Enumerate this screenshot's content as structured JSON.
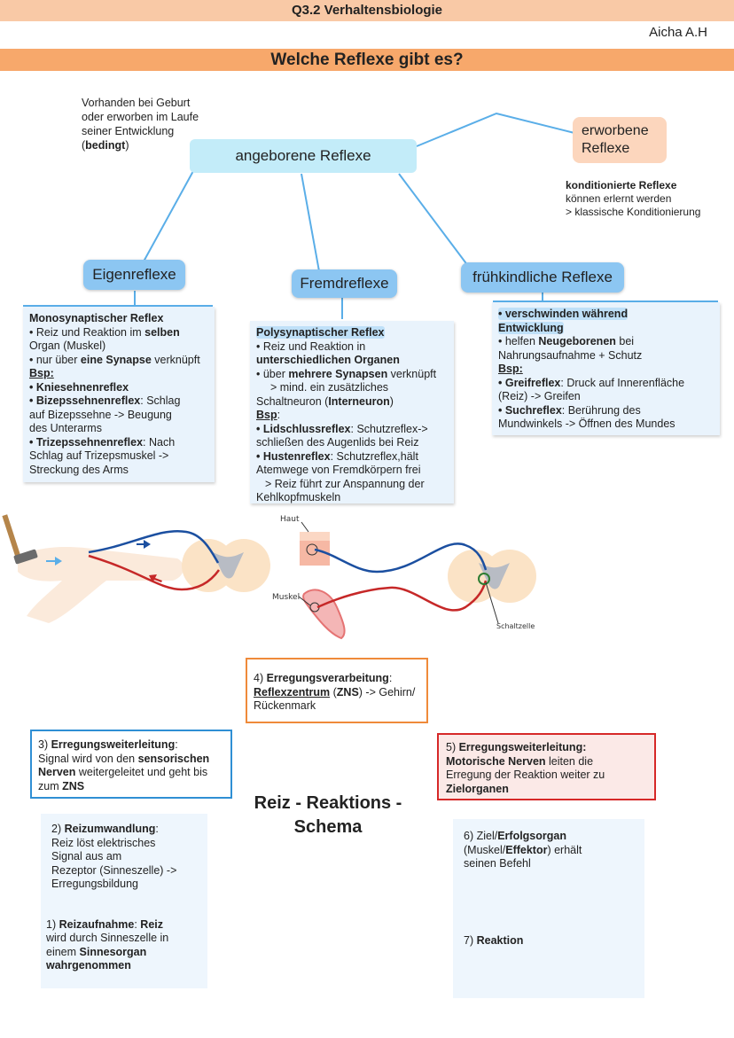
{
  "header": {
    "course": "Q3.2 Verhaltensbiologie",
    "author": "Aicha A.H"
  },
  "title": "Welche Reflexe gibt es?",
  "note_left": {
    "l1": "Vorhanden bei Geburt",
    "l2": "oder erworben im Laufe",
    "l3": "seiner Entwicklung",
    "open": "(",
    "bold": "bedingt",
    "close": ")"
  },
  "central": "angeborene Reflexe",
  "erworbene": {
    "l1": "erworbene",
    "l2": "Reflexe"
  },
  "erworbene_note": {
    "bold": "konditionierte Reflexe",
    "l2": "können erlernt werden",
    "l3": "> klassische Konditionierung"
  },
  "categories": {
    "eigen": "Eigenreflexe",
    "fremd": "Fremdreflexe",
    "frueh": "frühkindliche Reflexe"
  },
  "eigen_box": {
    "heading": "Monosynaptischer Reflex",
    "b1a": "• Reiz und Reaktion im ",
    "b1b": "selben",
    "b1c": "Organ (Muskel)",
    "b2a": "• nur über ",
    "b2b": "eine Synapse",
    "b2c": " verknüpft",
    "bsp": "Bsp:",
    "e1": "• Kniesehnenreflex",
    "e2a": "• Bizepssehnenreflex",
    "e2b": ": Schlag",
    "e2c": "auf Bizepssehne -> Beugung",
    "e2d": "des Unterarms",
    "e3a": "• Trizepssehnenreflex",
    "e3b": ": Nach",
    "e3c": "Schlag auf Trizepsmuskel ->",
    "e3d": "Streckung des Arms"
  },
  "fremd_box": {
    "heading": "Polysynaptischer Reflex",
    "b1": "• Reiz und Reaktion in",
    "b1b": "unterschiedlichen Organen",
    "b2a": "• über ",
    "b2b": "mehrere Synapsen",
    "b2c": " verknüpft",
    "b3": "> mind. ein zusätzliches",
    "b4a": "Schaltneuron (",
    "b4b": "Interneuron",
    "b4c": ")",
    "bsp": "Bsp",
    "e1a": "• Lidschlussreflex",
    "e1b": ": Schutzreflex->",
    "e1c": "schließen des Augenlids bei Reiz",
    "e2a": "• Hustenreflex",
    "e2b": ": Schutzreflex,hält",
    "e2c": "Atemwege von Fremdkörpern frei",
    "e2d": "> Reiz führt zur Anspannung der",
    "e2e": "Kehlkopfmuskeln"
  },
  "frueh_box": {
    "b1": "• verschwinden während",
    "b1b": "Entwicklung",
    "b2a": "• helfen ",
    "b2b": "Neugeborenen",
    "b2c": " bei",
    "b2d": "Nahrungsaufnahme + Schutz",
    "bsp": "Bsp:",
    "e1a": "• Greifreflex",
    "e1b": ": Druck auf Innerenfläche",
    "e1c": "(Reiz) -> Greifen",
    "e2a": "• Suchreflex",
    "e2b": ": Berührung des",
    "e2c": "Mundwinkels -> Öffnen des Mundes"
  },
  "diagram_labels": {
    "haut": "Haut",
    "muskel": "Muskel",
    "schaltzelle": "Schaltzelle"
  },
  "schema_title": {
    "l1": "Reiz - Reaktions -",
    "l2": "Schema"
  },
  "steps": {
    "s1": {
      "n": "1) ",
      "b": "Reizaufnahme",
      "t1": ": ",
      "b2": "Reiz",
      "t2": "wird durch Sinneszelle in",
      "t3": "einem ",
      "b3": "Sinnesorgan",
      "b4": "wahrgenommen"
    },
    "s2": {
      "n": "2) ",
      "b": "Reizumwandlung",
      "t1": ":",
      "l2": "Reiz löst elektrisches",
      "l3": "Signal aus am",
      "l4": "Rezeptor (Sinneszelle) ->",
      "l5": "Erregungsbildung"
    },
    "s3": {
      "n": "3) ",
      "b": "Erregungsweiterleitung",
      "t1": ":",
      "l2": "Signal wird von den ",
      "b2": "sensorischen",
      "b3": "Nerven",
      "l3": " weitergeleitet und geht bis",
      "l4": "zum ",
      "b4": "ZNS"
    },
    "s4": {
      "n": "4) ",
      "b": "Erregungsverarbeitung",
      "t1": ":",
      "b2": "Reflexzentrum",
      "t2": " (",
      "b3": "ZNS",
      "t3": ") -> Gehirn/",
      "l3": "Rückenmark"
    },
    "s5": {
      "n": "5) ",
      "b": "Erregungsweiterleitung:",
      "b2": "Motorische Nerven",
      "t2": " leiten die",
      "l3": "Erregung der Reaktion weiter zu",
      "b3": "Zielorganen"
    },
    "s6": {
      "l1": "6) Ziel/",
      "b1": "Erfolgsorgan",
      "l2": "(Muskel/",
      "b2": "Effektor",
      "l3": ") erhält",
      "l4": "seinen Befehl"
    },
    "s7": {
      "n": "7) ",
      "b": "Reaktion"
    }
  }
}
